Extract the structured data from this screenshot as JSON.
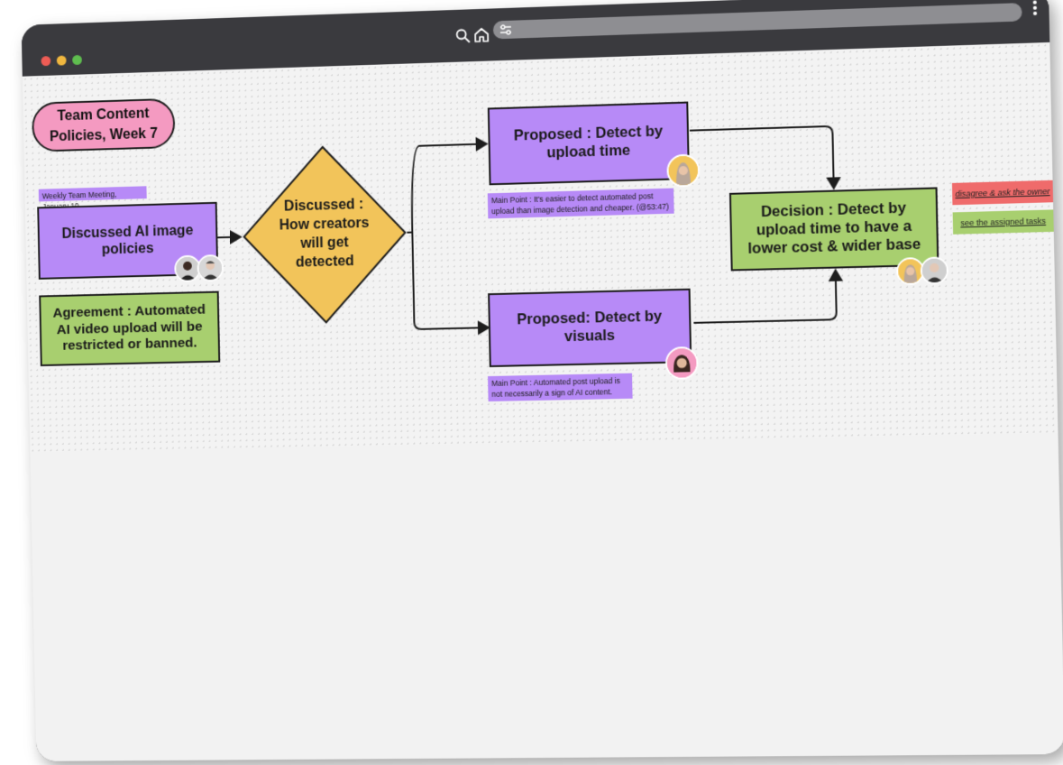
{
  "browser": {
    "search_icon": "search-icon",
    "home_icon": "home-icon",
    "address_icon": "settings-sliders-icon",
    "menu_icon": "kebab-menu-icon"
  },
  "board": {
    "title": "Team Content Policies, Week 7",
    "meeting_label": "Weekly Team Meeting, January 10",
    "discussed_ai": "Discussed AI image policies",
    "agreement": "Agreement : Automated AI video upload will be restricted or banned.",
    "discussed_detect": "Discussed : How creators will get detected",
    "proposed_upload": "Proposed : Detect by upload time",
    "proposed_upload_note": "Main Point : It's easier to detect automated post upload than image detection and cheaper. (@53:47)",
    "proposed_visuals": "Proposed: Detect by visuals",
    "proposed_visuals_note": "Main Point : Automated post upload is not necessarily a sign of AI content.",
    "decision": "Decision : Detect by upload time to have a lower cost & wider base",
    "action_disagree": "disagree & ask the owner",
    "action_tasks": "see the assigned tasks"
  },
  "colors": {
    "purple": "#b78af7",
    "green": "#a8cf6f",
    "yellow": "#f2c45a",
    "pink": "#f49ac1",
    "red": "#ef6b6b"
  }
}
